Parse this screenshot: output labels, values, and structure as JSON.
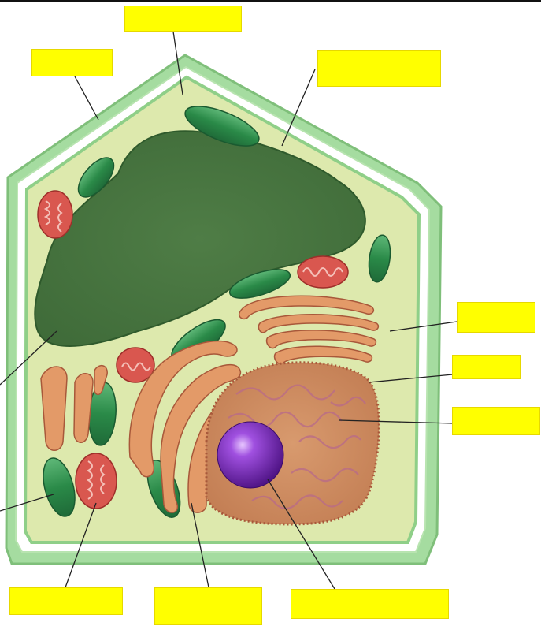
{
  "colors": {
    "cell_wall": "#8fd08a",
    "cytoplasm": "#d9e8a8",
    "vacuole": "#4e7a44",
    "chloroplast": "#2e8a4a",
    "mitochondrion": "#c84a4a",
    "golgi_er": "#d98a5a",
    "nucleus": "#c8805a",
    "nucleolus": "#7a2aa8",
    "label_box": "#ffff00",
    "pointer_line": "#222222"
  },
  "labels": [
    {
      "id": "label-top",
      "text": ""
    },
    {
      "id": "label-cell-wall",
      "text": ""
    },
    {
      "id": "label-cytoplasm",
      "text": ""
    },
    {
      "id": "label-golgi",
      "text": ""
    },
    {
      "id": "label-nuclear-envelope",
      "text": ""
    },
    {
      "id": "label-chromatin",
      "text": ""
    },
    {
      "id": "label-mitochondrion",
      "text": ""
    },
    {
      "id": "label-er",
      "text": ""
    },
    {
      "id": "label-nucleolus",
      "text": ""
    }
  ]
}
